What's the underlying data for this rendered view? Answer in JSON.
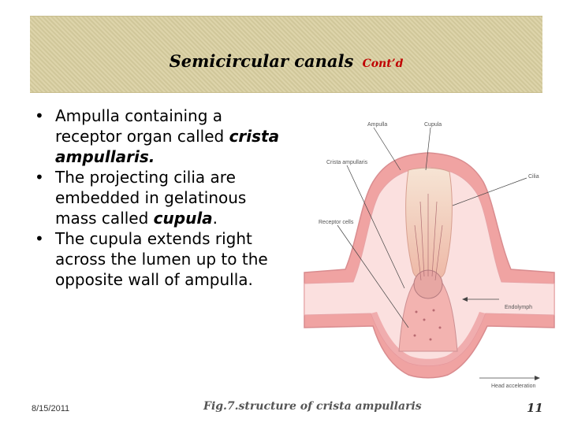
{
  "header": {
    "title": "Semicircular canals",
    "contd": "Cont’d"
  },
  "bullets": [
    {
      "before": "Ampulla containing a receptor organ called ",
      "emph": "crista ampullaris.",
      "after": ""
    },
    {
      "before": "The projecting cilia are embedded in gelatinous mass called ",
      "emph": "cupula",
      "after": "."
    },
    {
      "before": "The cupula extends right across the lumen up to the opposite wall of ampulla.",
      "emph": "",
      "after": ""
    }
  ],
  "figure": {
    "labels": {
      "ampulla": "Ampulla",
      "cupula": "Cupula",
      "crista": "Crista ampullaris",
      "cilia": "Cilia",
      "receptor": "Receptor cells",
      "endolymph": "Endolymph",
      "head_accel": "Head acceleration"
    }
  },
  "footer": {
    "date": "8/15/2011",
    "caption": "Fig.7.structure of  crista ampullaris",
    "page": "11"
  }
}
